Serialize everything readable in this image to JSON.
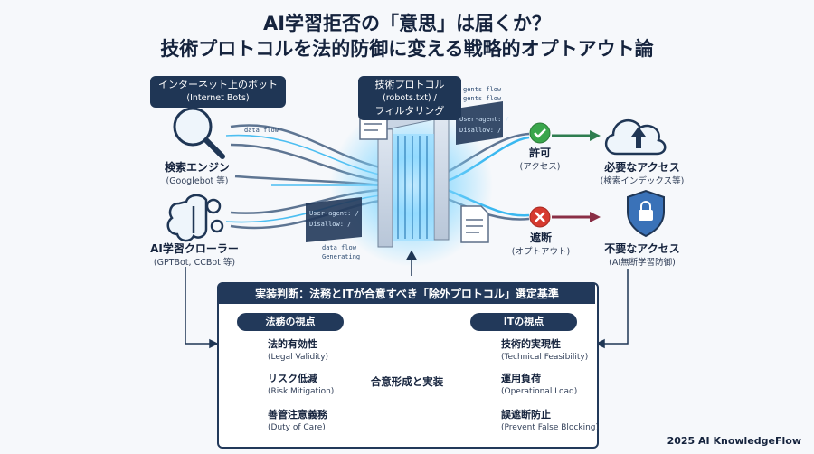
{
  "title": {
    "line1": "AI学習拒否の「意思」は届くか？",
    "line2": "技術プロトコルを法的防御に変える戦略的オプトアウト論"
  },
  "bots": {
    "tag_line1": "インターネット上のボット",
    "tag_line2": "(Internet Bots)",
    "search_label": "検索エンジン",
    "search_sub": "(Googlebot 等)",
    "ai_label": "AI学習クローラー",
    "ai_sub": "(GPTBot, CCBot 等)"
  },
  "protocol": {
    "tag_line1": "技術プロトコル",
    "tag_line2": "(robots.txt) /",
    "tag_line3": "フィルタリング"
  },
  "flow_text": {
    "data_flow": "data flow",
    "user_agent": "User-agent: /",
    "disallow": "Disallow: /",
    "gents_flow": "gents flow",
    "gents_flow2": "gents flow",
    "data_flow2": "data flow",
    "generating": "Generating"
  },
  "allow": {
    "label": "許可",
    "sub": "(アクセス)",
    "dest_label": "必要なアクセス",
    "dest_sub": "(検索インデックス等)"
  },
  "block": {
    "label": "遮断",
    "sub": "(オプトアウト)",
    "dest_label": "不要なアクセス",
    "dest_sub": "(AI無断学習防御)"
  },
  "panel": {
    "header": "実装判断：法務とITが合意すべき「除外プロトコル」選定基準",
    "legal_head": "法務の視点",
    "it_head": "ITの視点",
    "center": "合意形成と実装",
    "legal": [
      {
        "label": "法的有効性",
        "sub": "(Legal Validity)"
      },
      {
        "label": "リスク低減",
        "sub": "(Risk Mitigation)"
      },
      {
        "label": "善管注意義務",
        "sub": "(Duty of Care)"
      }
    ],
    "it": [
      {
        "label": "技術的実現性",
        "sub": "(Technical Feasibility)"
      },
      {
        "label": "運用負荷",
        "sub": "(Operational Load)"
      },
      {
        "label": "誤遮断防止",
        "sub": "(Prevent False Blocking)"
      }
    ]
  },
  "footer": "2025 AI KnowledgeFlow",
  "colors": {
    "navy": "#1f3655",
    "allow": "#3aa64c",
    "block": "#d63a2f",
    "glow": "#35b9f2"
  }
}
